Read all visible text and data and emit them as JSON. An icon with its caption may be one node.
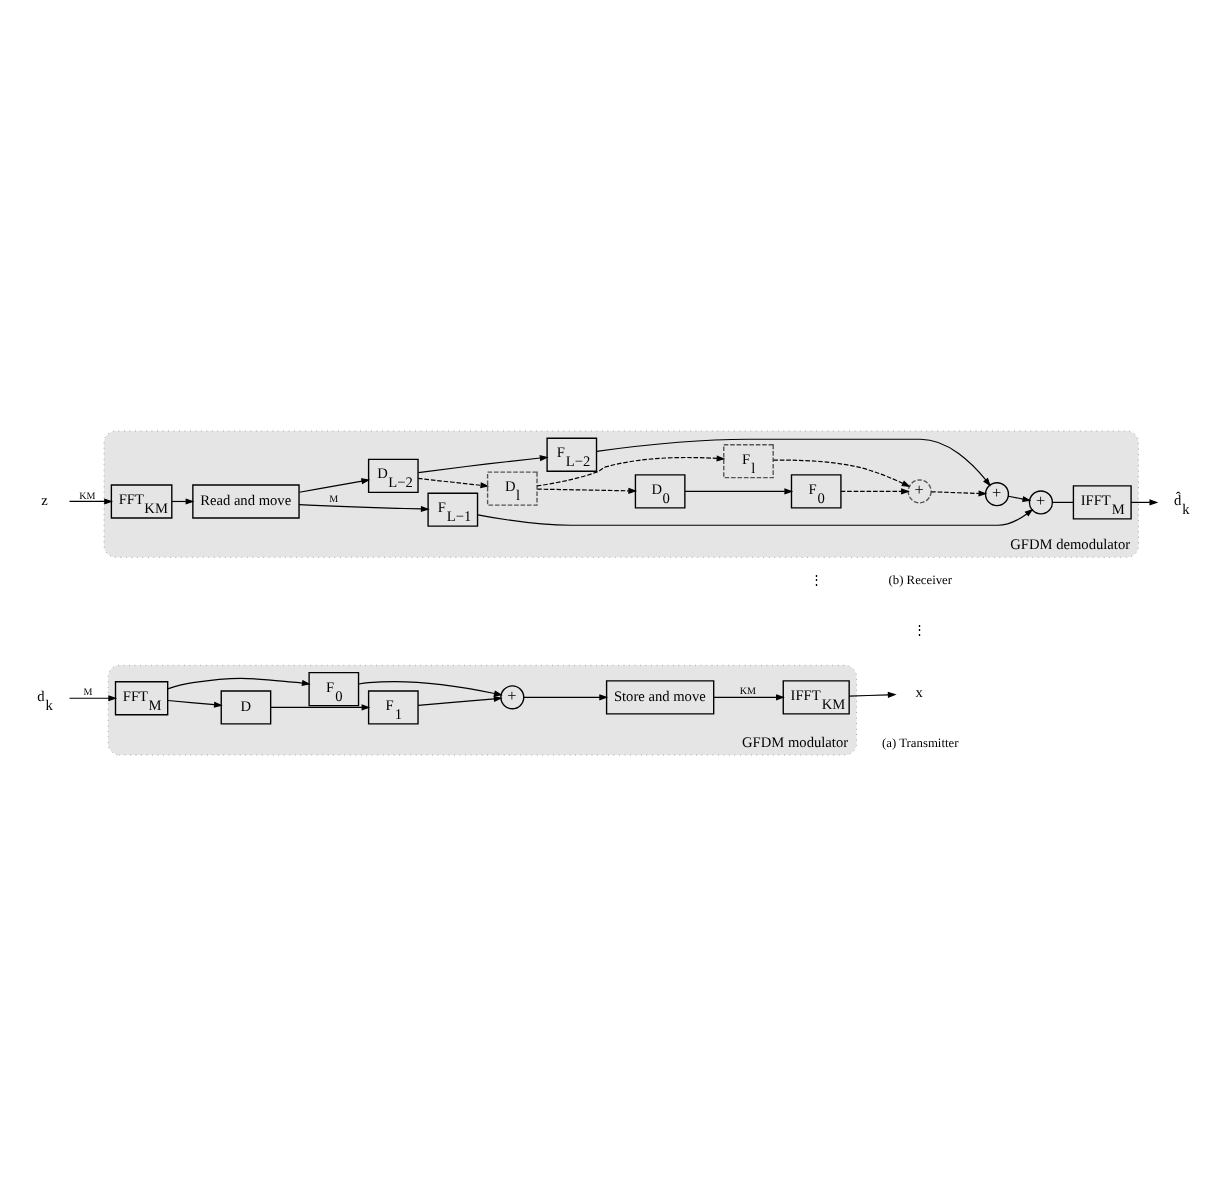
{
  "diagram": {
    "nodes": [
      {
        "text": [
          "GFDM modulator"
        ]
      },
      {
        "text": [
          "d⃗$_{k}$"
        ]
      },
      {
        "text": [
          "FFT$_{M}$"
        ],
        "in": 0
      },
      {
        "text": [
          "D"
        ],
        "in": 0
      },
      {
        "text": [
          "F$_{0}$"
        ],
        "in": 0
      },
      {
        "text": [
          "F$_{1}$"
        ],
        "in": 0
      },
      {
        "text": [
          "+"
        ],
        "in": 0
      },
      {
        "text": [
          "Store and move"
        ],
        "in": 0
      },
      {
        "text": [
          "IFFT$_{KM}$"
        ],
        "in": 0
      },
      {
        "text": [
          "x⃗"
        ]
      },
      {
        "text": [
          "GFDM demodulator"
        ]
      },
      {
        "text": [
          "z⃗"
        ]
      },
      {
        "text": [
          "FFT$_{KM}$"
        ],
        "in": 10
      },
      {
        "text": [
          "Read and move"
        ],
        "in": 10
      },
      {
        "text": [
          "F$_{L−1}$"
        ],
        "in": 10
      },
      {
        "text": [
          "D$_{L−2}$"
        ],
        "in": 10
      },
      {
        "text": [
          "F$_{L−2}$"
        ],
        "in": 10
      },
      {
        "text": [
          "D$_{l}$"
        ],
        "in": 10
      },
      {
        "text": [
          "F$_{l}$"
        ],
        "in": 10
      },
      {
        "text": [
          "D$_{0}$"
        ],
        "in": 10
      },
      {
        "text": [
          "F$_{0}$"
        ],
        "in": 10
      },
      {
        "text": [
          "+"
        ],
        "in": 10
      },
      {
        "text": [
          "+"
        ],
        "in": 10
      },
      {
        "text": [
          "+"
        ],
        "in": 10
      },
      {
        "text": [
          "IFFT$_{M}$"
        ],
        "in": 10
      },
      {
        "text": [
          "d̂⃗$_{k}$"
        ]
      }
    ],
    "edges": [
      {
        "from": 1,
        "to": 2,
        "arrow": "to",
        "label": "M"
      },
      {
        "from": 2,
        "to": 4,
        "arrow": "to"
      },
      {
        "from": 2,
        "to": 3,
        "arrow": "to"
      },
      {
        "from": 3,
        "to": 5,
        "arrow": "to"
      },
      {
        "from": 4,
        "to": 6,
        "arrow": "to"
      },
      {
        "from": 5,
        "to": 6,
        "arrow": "to"
      },
      {
        "from": 6,
        "to": 7,
        "arrow": "to"
      },
      {
        "from": 7,
        "to": 8,
        "arrow": "to",
        "label": "KM"
      },
      {
        "from": 8,
        "to": 9,
        "arrow": "to"
      },
      {
        "from": 11,
        "to": 12,
        "arrow": "to",
        "label": "KM"
      },
      {
        "from": 12,
        "to": 13,
        "arrow": "to"
      },
      {
        "from": 13,
        "to": 14,
        "arrow": "to",
        "label": "M"
      },
      {
        "from": 13,
        "to": 15,
        "arrow": "to"
      },
      {
        "from": 15,
        "to": 16,
        "arrow": "to"
      },
      {
        "from": 15,
        "to": 17,
        "arrow": "to",
        "style": "dashed"
      },
      {
        "from": 17,
        "to": 18,
        "arrow": "to",
        "style": "dashed"
      },
      {
        "from": 17,
        "to": 19,
        "arrow": "to",
        "style": "dashed"
      },
      {
        "from": 19,
        "to": 20,
        "arrow": "to"
      },
      {
        "from": 14,
        "to": 21,
        "arrow": "to"
      },
      {
        "from": 16,
        "to": 22,
        "arrow": "to"
      },
      {
        "from": 22,
        "to": 21,
        "arrow": "to"
      },
      {
        "from": 18,
        "to": 23,
        "arrow": "to",
        "style": "dashed"
      },
      {
        "from": 20,
        "to": 23,
        "arrow": "to",
        "style": "dashed"
      },
      {
        "from": 23,
        "to": 22,
        "arrow": "to",
        "style": "dashed"
      },
      {
        "from": 21,
        "to": 24,
        "arrow": "none"
      },
      {
        "from": 24,
        "to": 25,
        "arrow": "to"
      }
    ],
    "labels": [
      "(a) Transmitter",
      "⋮",
      "⋮",
      "(b) Receiver"
    ]
  }
}
